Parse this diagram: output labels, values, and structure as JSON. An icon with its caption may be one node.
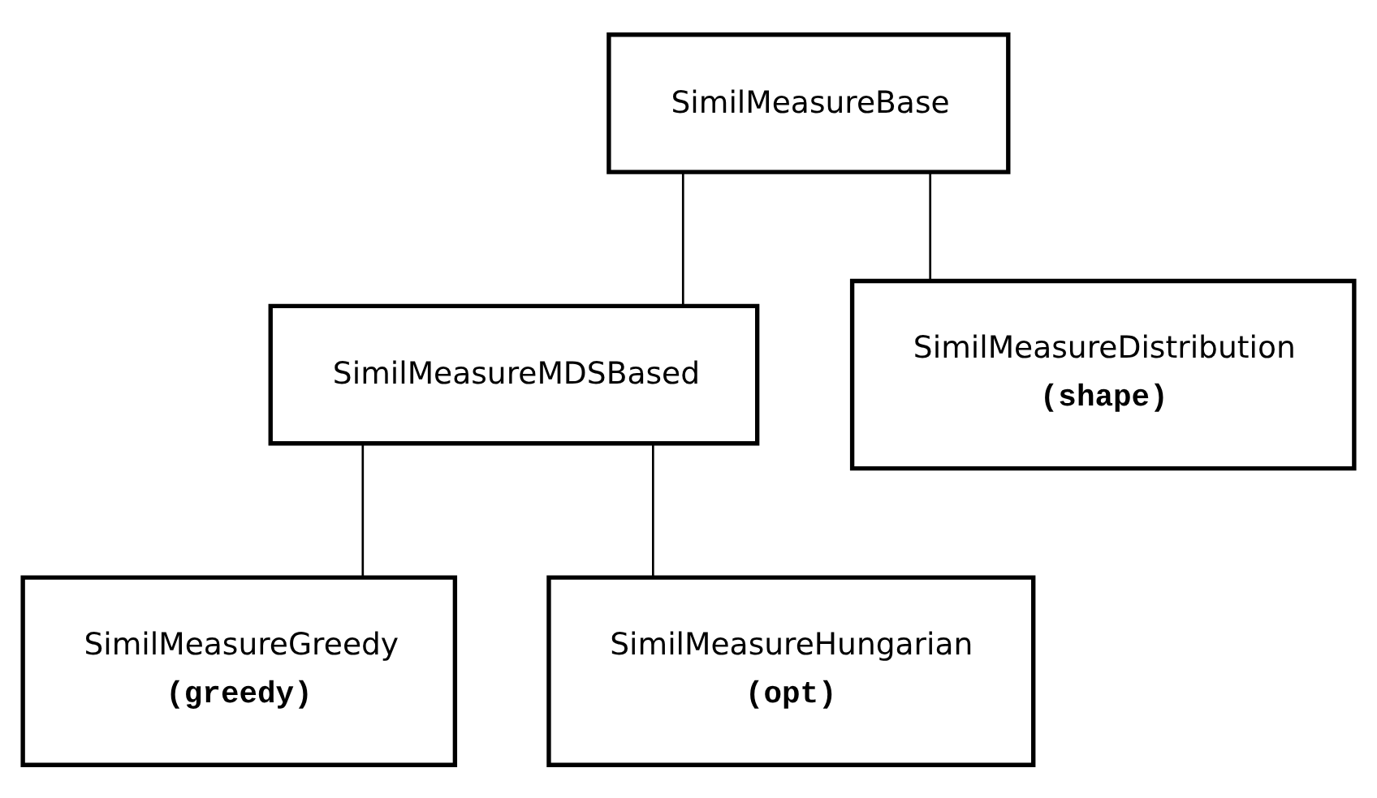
{
  "diagram": {
    "nodes": [
      {
        "text": [
          "SimilMeasureBase"
        ]
      },
      {
        "text": [
          "SimilMeasureMDSBased"
        ]
      },
      {
        "text": [
          "SimilMeasureDistribution",
          "(shape)"
        ]
      },
      {
        "text": [
          "SimilMeasureGreedy",
          "(greedy)"
        ]
      },
      {
        "text": [
          "SimilMeasureHungarian",
          "(opt)"
        ]
      }
    ],
    "edges": [
      {
        "from": 0,
        "to": 1,
        "arrow": "none"
      },
      {
        "from": 0,
        "to": 2,
        "arrow": "none"
      },
      {
        "from": 1,
        "to": 3,
        "arrow": "none"
      },
      {
        "from": 1,
        "to": 4,
        "arrow": "none"
      }
    ]
  }
}
